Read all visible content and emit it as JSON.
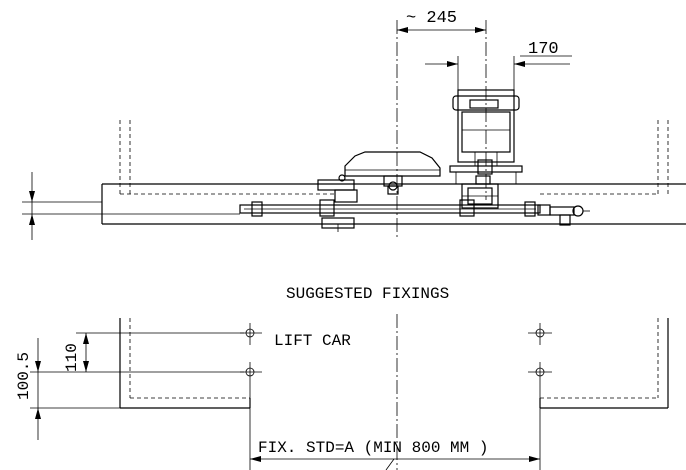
{
  "dimensions": {
    "top_width": "~ 245",
    "motor_width": "170",
    "vertical_left_a": "110",
    "vertical_left_b": "100.5"
  },
  "labels": {
    "section_title": "SUGGESTED FIXINGS",
    "lift_car": "LIFT CAR",
    "fixing_std": "FIX. STD=A (MIN 800 MM )"
  }
}
